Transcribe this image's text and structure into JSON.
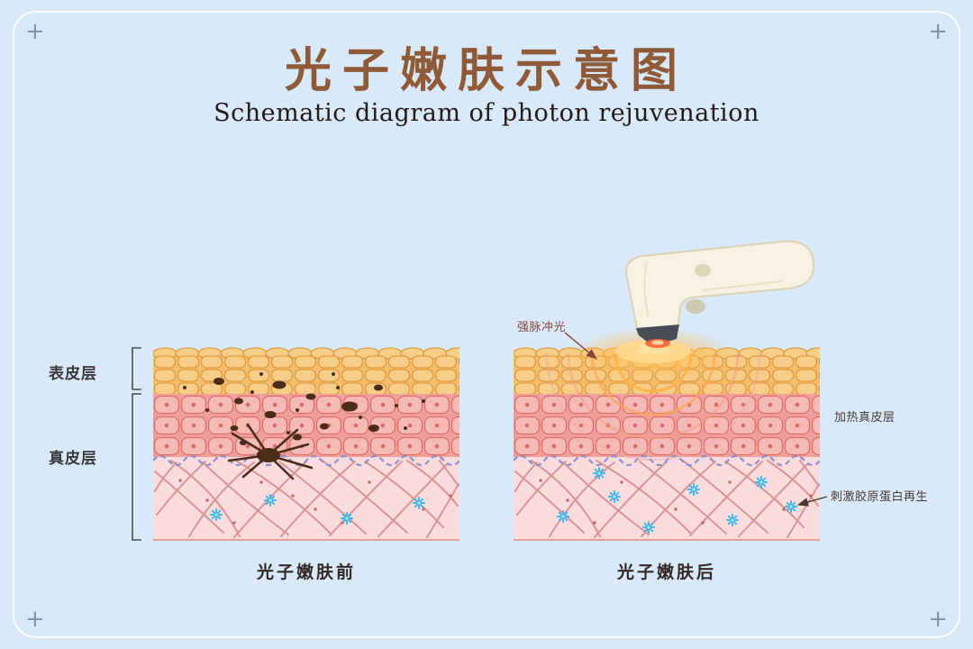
{
  "page": {
    "title": "光子嫩肤示意图",
    "subtitle": "Schematic diagram of photon rejuvenation",
    "background_color": "#d8eafa",
    "title_color": "#8f5a38"
  },
  "decor": {
    "corner_mark": "+"
  },
  "before_panel": {
    "caption": "光子嫩肤前",
    "layer_labels": {
      "epidermis": "表皮层",
      "dermis": "真皮层"
    }
  },
  "after_panel": {
    "caption": "光子嫩肤后",
    "annotations": {
      "ipl_light": "强脉冲光",
      "heat_dermis": "加热真皮层",
      "stimulate_collagen": "刺激胶原蛋白再生"
    }
  },
  "colors": {
    "epidermis": "#f5bf6e",
    "epidermis_cell_outline": "#de9a42",
    "basal_layer": "#f0a09b",
    "basal_cell_outline": "#df6e68",
    "dermis": "#fadcdc",
    "collagen_fiber": "#d68c8c",
    "boundary_dashed_line": "#8b90cf",
    "pigment_spot": "#4a2c18",
    "fibroblast_star": "#3fb8e8",
    "ipl_glow": "#ffbd55",
    "device_body": "#f7f2e3"
  }
}
